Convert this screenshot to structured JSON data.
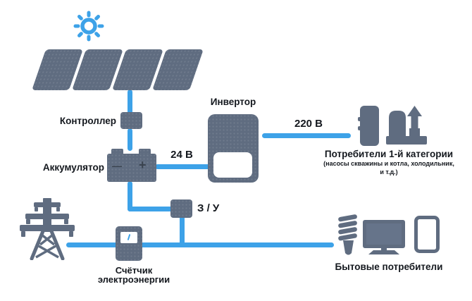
{
  "colors": {
    "accent_blue": "#3da2e8",
    "device_gray": "#5f6c80",
    "text_dark": "#14181e"
  },
  "nodes": {
    "sun": {
      "icon": "sun-icon"
    },
    "solar_panels": {
      "icon": "solar-panel-icon",
      "count": 4
    },
    "controller": {
      "label": "Контроллер"
    },
    "battery": {
      "label": "Аккумулятор",
      "minus_sign": "—",
      "plus_sign": "+"
    },
    "inverter": {
      "label": "Инвертор"
    },
    "charger": {
      "label": "З / У"
    },
    "grid_tower": {
      "icon": "power-tower-icon"
    },
    "meter": {
      "label_line1": "Счётчик",
      "label_line2": "электроэнергии"
    },
    "critical_consumers": {
      "label": "Потребители 1-й категории",
      "sublabel_line1": "(насосы скважины и котла, холодильник,",
      "sublabel_line2": "и т.д.)",
      "icons": [
        "fridge-icon",
        "pump-boiler-icon"
      ]
    },
    "household_consumers": {
      "label": "Бытовые потребители",
      "icons": [
        "cfl-bulb-icon",
        "monitor-icon",
        "tablet-icon"
      ]
    }
  },
  "connections": {
    "battery_inverter_voltage": "24 В",
    "inverter_consumers_voltage": "220 В"
  }
}
